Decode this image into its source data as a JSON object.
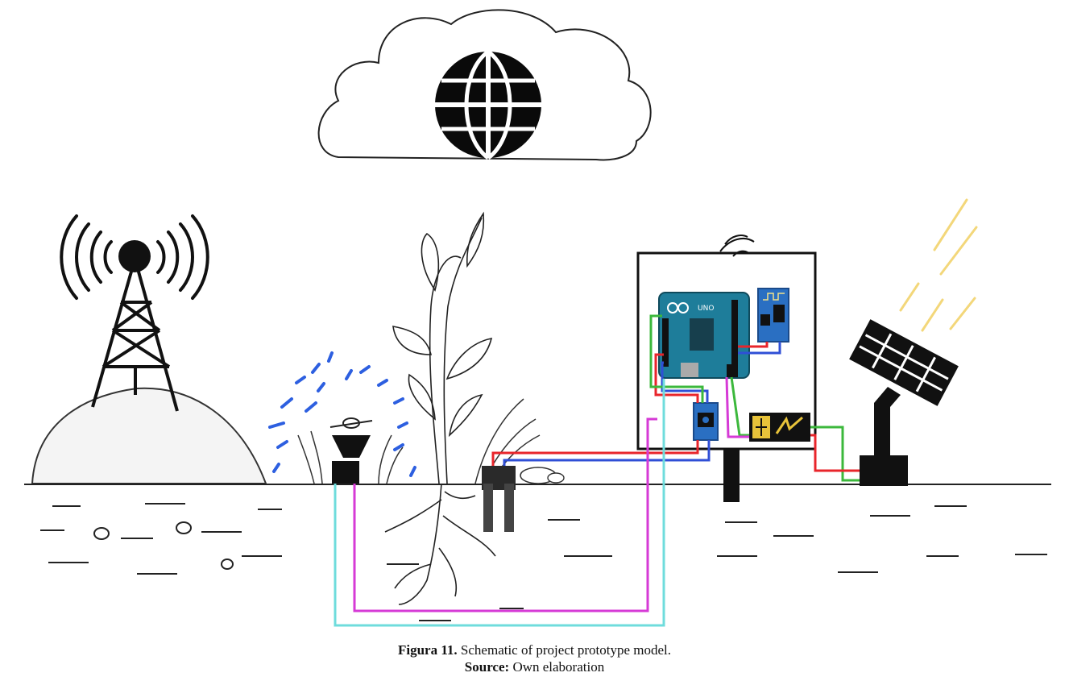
{
  "caption": {
    "figure_label": "Figura 11.",
    "figure_text": " Schematic of project prototype model.",
    "source_label": "Source:",
    "source_text": " Own elaboration"
  },
  "components": [
    {
      "name": "cloud-internet",
      "icon": "globe-icon"
    },
    {
      "name": "cell-tower",
      "icon": "tower-icon"
    },
    {
      "name": "sprinkler",
      "icon": "sprinkler-icon"
    },
    {
      "name": "plant",
      "icon": "plant-icon"
    },
    {
      "name": "soil-moisture-sensor",
      "icon": "probe-icon"
    },
    {
      "name": "arduino-uno",
      "icon": "microcontroller-icon"
    },
    {
      "name": "wifi-module",
      "icon": "wifi-module-icon"
    },
    {
      "name": "relay-module",
      "icon": "relay-icon"
    },
    {
      "name": "battery",
      "icon": "battery-icon"
    },
    {
      "name": "solar-panel",
      "icon": "solar-panel-icon"
    }
  ],
  "wire_colors": {
    "red": "#e8252b",
    "blue": "#2f4fd6",
    "green": "#3cb83c",
    "magenta": "#d63ad6",
    "cyan": "#6fdcdc",
    "sun": "#f3d77a",
    "water": "#2d5fe0",
    "board": "#1e7d9a"
  }
}
